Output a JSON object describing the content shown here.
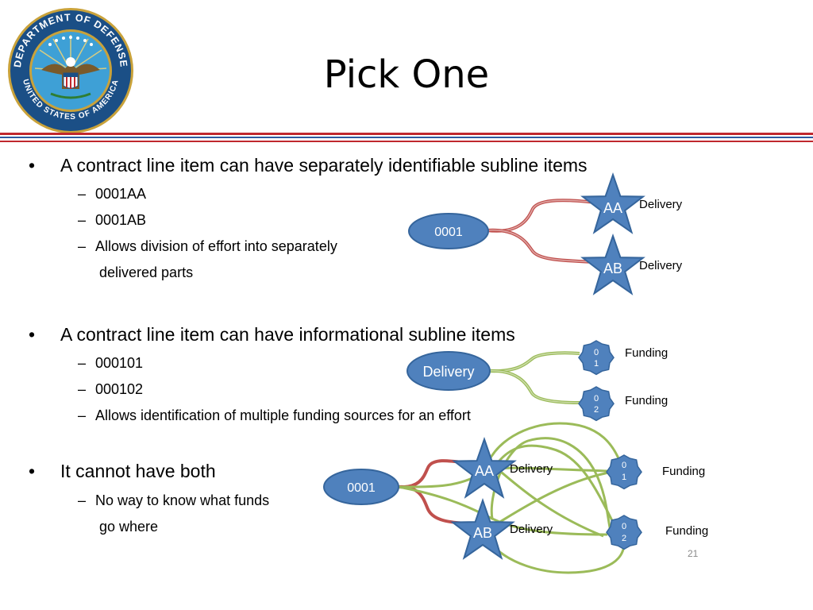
{
  "slide": {
    "title": "Pick One",
    "page_number": "21",
    "seal": {
      "top_text": "DEPARTMENT OF DEFENSE",
      "bottom_text": "UNITED STATES OF AMERICA",
      "colors": {
        "ring": "#1b4f86",
        "field": "#3ea0d6",
        "gold": "#c9a23a"
      }
    },
    "colors": {
      "rule_red": "#c0282e",
      "rule_blue": "#2d5aa0",
      "node_fill": "#4f81bd",
      "node_stroke": "#35659c",
      "red_link": "#c0504d",
      "green_link": "#9bbb59"
    }
  },
  "bullets": [
    {
      "text": "A contract line item can have separately identifiable subline items",
      "subs": [
        "0001AA",
        "0001AB",
        "Allows division of effort into separately"
      ],
      "continuation": "delivered parts"
    },
    {
      "text": "A contract line item can have informational subline items",
      "subs": [
        "000101",
        "000102",
        "Allows identification of multiple funding sources for an effort"
      ]
    },
    {
      "text": "It cannot have both",
      "subs": [
        "No way to know what funds"
      ],
      "continuation": "go where"
    }
  ],
  "diagram1": {
    "root": "0001",
    "star_aa": "AA",
    "star_ab": "AB",
    "label_aa": "Delivery",
    "label_ab": "Delivery"
  },
  "diagram2": {
    "root": "Delivery",
    "node1_top": "0",
    "node1_bottom": "1",
    "node2_top": "0",
    "node2_bottom": "2",
    "label1": "Funding",
    "label2": "Funding"
  },
  "diagram3": {
    "root": "0001",
    "star_aa": "AA",
    "star_ab": "AB",
    "label_aa": "Delivery",
    "label_ab": "Delivery",
    "node1_top": "0",
    "node1_bottom": "1",
    "node2_top": "0",
    "node2_bottom": "2",
    "label1": "Funding",
    "label2": "Funding"
  }
}
